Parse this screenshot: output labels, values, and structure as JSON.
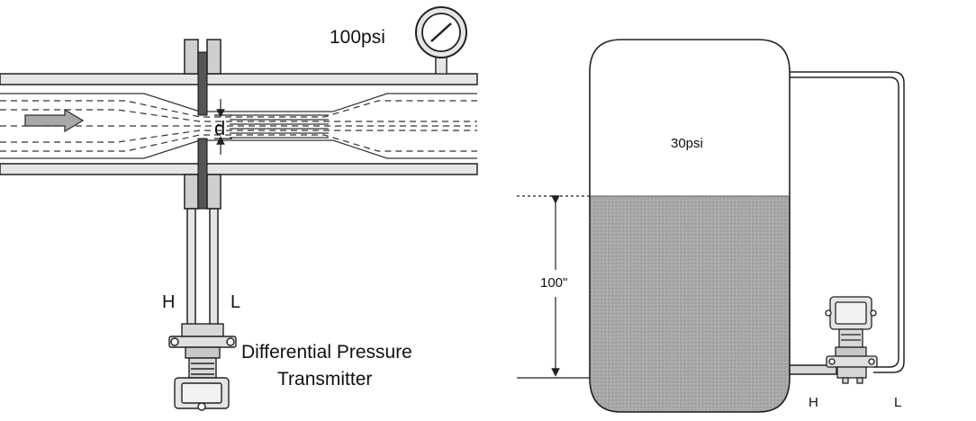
{
  "left_diagram": {
    "gauge_pressure": "100psi",
    "orifice_label": "d",
    "high_port": "H",
    "low_port": "L",
    "transmitter_label_line1": "Differential Pressure",
    "transmitter_label_line2": "Transmitter"
  },
  "right_diagram": {
    "vapor_pressure": "30psi",
    "level_height": "100\"",
    "high_port": "H",
    "low_port": "L"
  },
  "colors": {
    "pipe_fill": "#e6e6e6",
    "flange_fill": "#cfcfcf",
    "plate_fill": "#555555",
    "liquid_fill": "#a8a8a8",
    "outline": "#222222"
  }
}
